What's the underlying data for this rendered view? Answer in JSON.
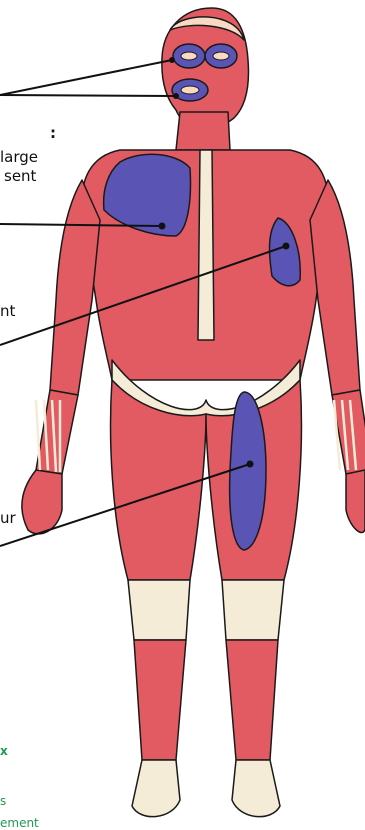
{
  "labels": {
    "colon_label": ":",
    "line_large": "large",
    "line_sent": "sent",
    "line_nt": "nt",
    "line_ur": "ur"
  },
  "footer": {
    "x_text": "x",
    "s_text": "s",
    "cut_text": "ement"
  },
  "colors": {
    "muscle": "#e35b62",
    "muscle_dark": "#b83d45",
    "highlight": "#5a55b5",
    "tendon": "#f4ecd6",
    "skin": "#f7d9c4",
    "outline": "#1a1a1a",
    "green_text": "#1f9a55"
  }
}
